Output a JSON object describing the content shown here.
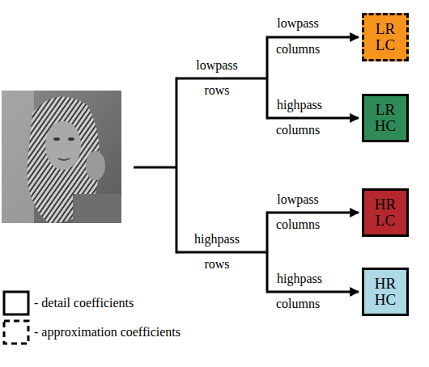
{
  "diagram": {
    "nodes": [
      {
        "text": [
          "LR LC"
        ]
      },
      {
        "text": [
          "LR HC"
        ]
      },
      {
        "text": [
          "HR LC"
        ]
      },
      {
        "text": [
          "HR HC"
        ]
      }
    ],
    "labels": [
      "lowpass",
      "columns",
      "lowpass",
      "rows",
      "highpass",
      "columns",
      "lowpass",
      "columns",
      "highpass",
      "rows",
      "highpass",
      "columns"
    ],
    "legend": [
      {
        "text": "- detail coefficients"
      },
      {
        "text": "- approximation coefficients"
      }
    ]
  }
}
